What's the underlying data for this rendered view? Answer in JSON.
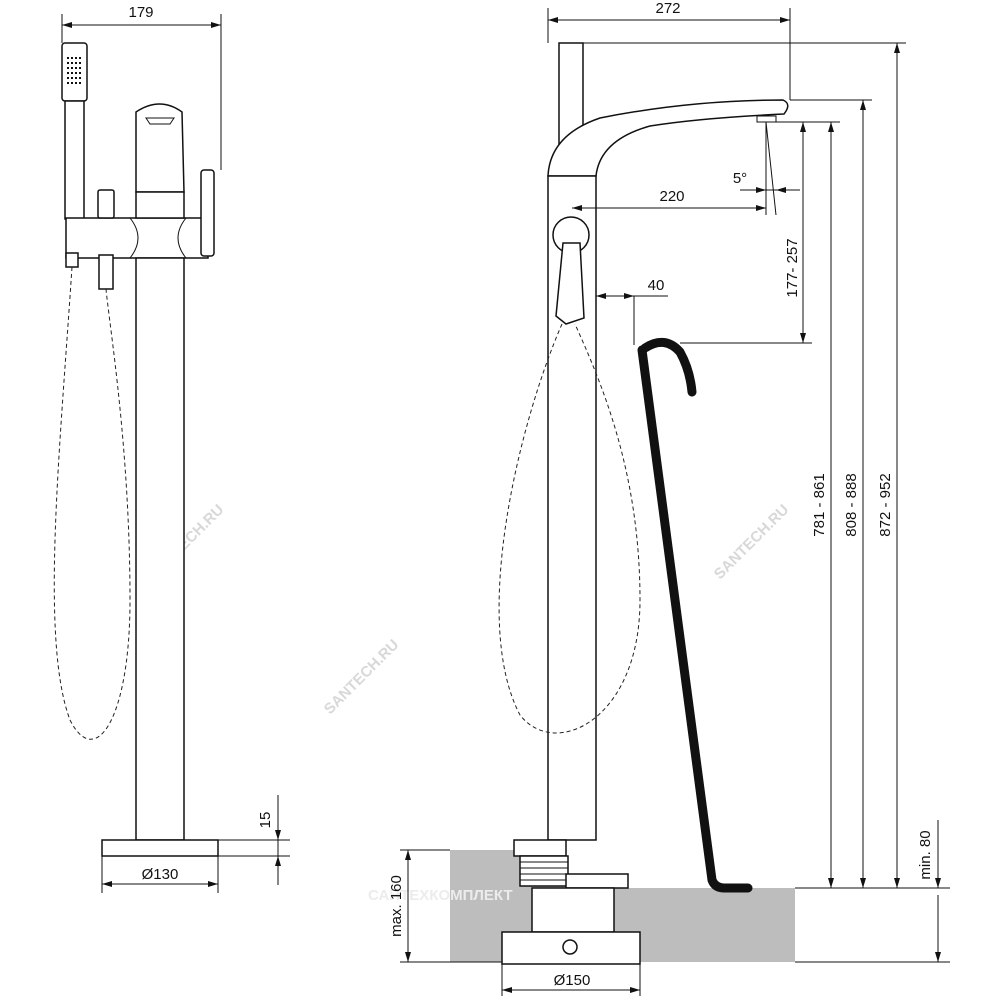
{
  "front_view": {
    "width_label": "179",
    "base_thickness_label": "15",
    "base_diameter_label": "Ø130"
  },
  "side_view": {
    "width_label": "272",
    "spout_reach_label": "220",
    "angle_label": "5°",
    "spout_clearance_label": "177- 257",
    "lever_gap_label": "40",
    "height_label_1": "781 - 861",
    "height_label_2": "808 - 888",
    "height_label_3": "872 - 952",
    "min_floor_label": "min. 80",
    "max_depth_label": "max. 160",
    "base_diameter_label": "Ø150"
  },
  "watermarks": {
    "main": "SANTECH.RU",
    "small_left": "SANTECH.RU",
    "small_right": "SANTECH.RU",
    "footer": "САНТЕХКОМПЛЕКТ"
  }
}
